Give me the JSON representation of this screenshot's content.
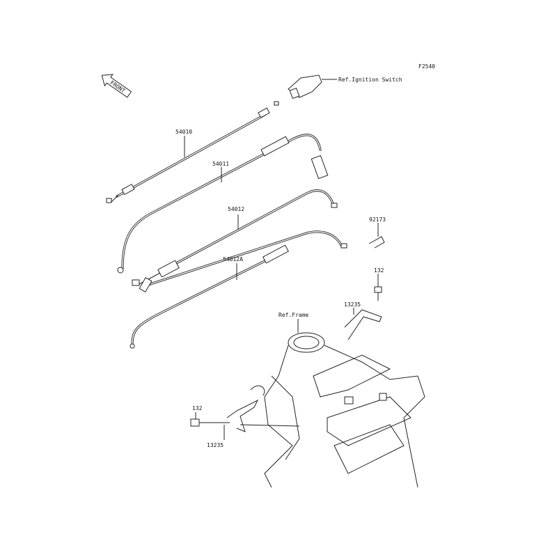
{
  "diagram_code": "F2540",
  "front_label": "FRONT",
  "labels": {
    "ignition_switch": "Ref.Ignition Switch",
    "frame": "Ref.Frame",
    "p54010": "54010",
    "p54011": "54011",
    "p54012": "54012",
    "p54012A": "54012A",
    "p92173": "92173",
    "p132_top": "132",
    "p13235_top": "13235",
    "p132_bottom": "132",
    "p13235_bottom": "13235"
  }
}
